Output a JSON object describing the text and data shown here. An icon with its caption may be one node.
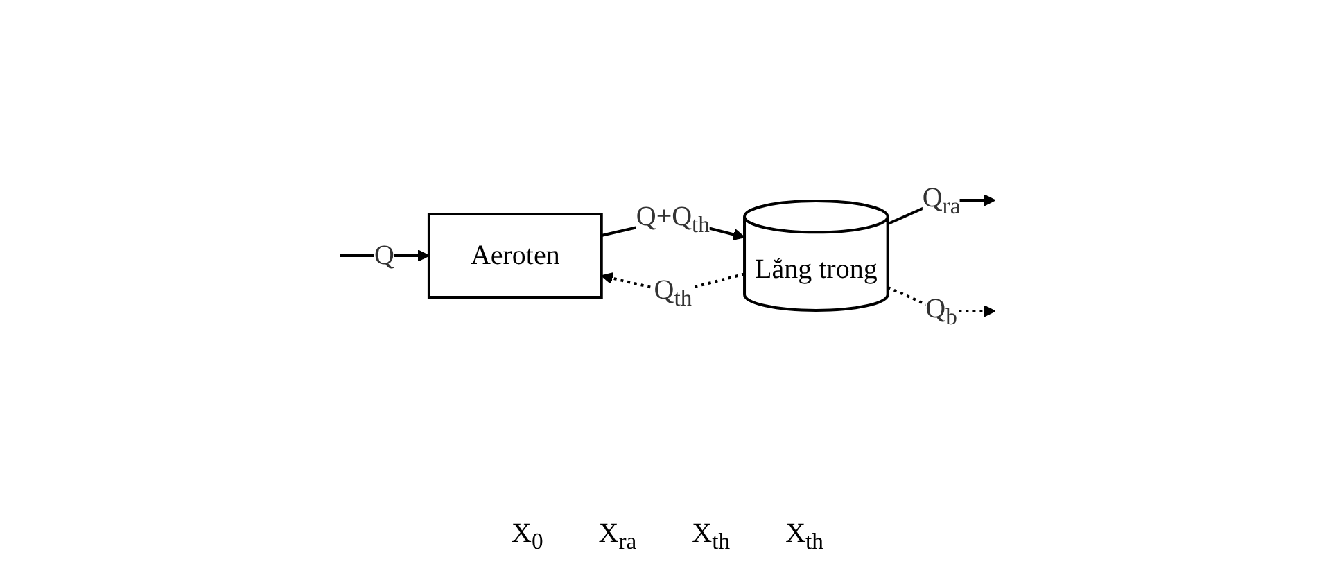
{
  "diagram": {
    "nodes": [
      {
        "text": [
          "Aeroten"
        ]
      },
      {
        "text": [
          "Lắng trong"
        ]
      }
    ],
    "edges": [
      {
        "from": null,
        "to": 0,
        "arrow": "to",
        "label": "Q"
      },
      {
        "from": 0,
        "to": 1,
        "arrow": "to",
        "label": "Q+Q$_{th}$"
      },
      {
        "from": 1,
        "to": null,
        "arrow": "to",
        "label": "Q$_{ra}$"
      },
      {
        "from": 1,
        "to": 0,
        "arrow": "to",
        "label": "Q$_{th}$",
        "style": "dashed"
      },
      {
        "from": 1,
        "to": null,
        "arrow": "to",
        "label": "Q$_{b}$",
        "style": "dashed"
      }
    ],
    "labels": [
      "X$_{0}$",
      "X$_{ra}$",
      "X$_{th}$",
      "X$_{th}$"
    ]
  }
}
